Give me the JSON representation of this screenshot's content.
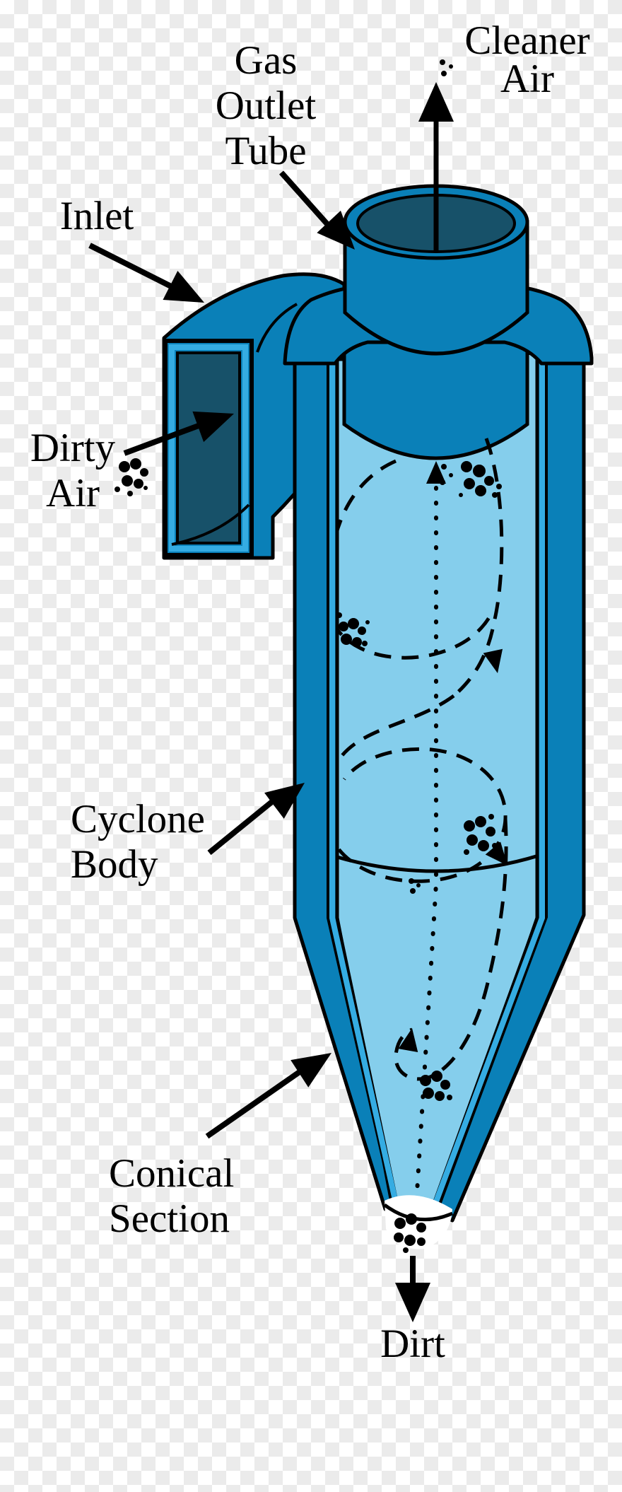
{
  "labels": {
    "gas_outlet_tube": [
      "Gas",
      "Outlet",
      "Tube"
    ],
    "cleaner_air": [
      "Cleaner",
      "Air"
    ],
    "inlet": [
      "Inlet"
    ],
    "dirty_air": [
      "Dirty",
      "Air"
    ],
    "cyclone_body": [
      "Cyclone",
      "Body"
    ],
    "conical_section": [
      "Conical",
      "Section"
    ],
    "dirt": [
      "Dirt"
    ]
  },
  "colors": {
    "body_blue": "#0a80b8",
    "dark_interior": "#175169",
    "inner_air_light_blue": "#85ceec",
    "wall_highlight_strip": "#35ace2",
    "outline": "#000000",
    "checker_gray": "#ebebeb"
  }
}
